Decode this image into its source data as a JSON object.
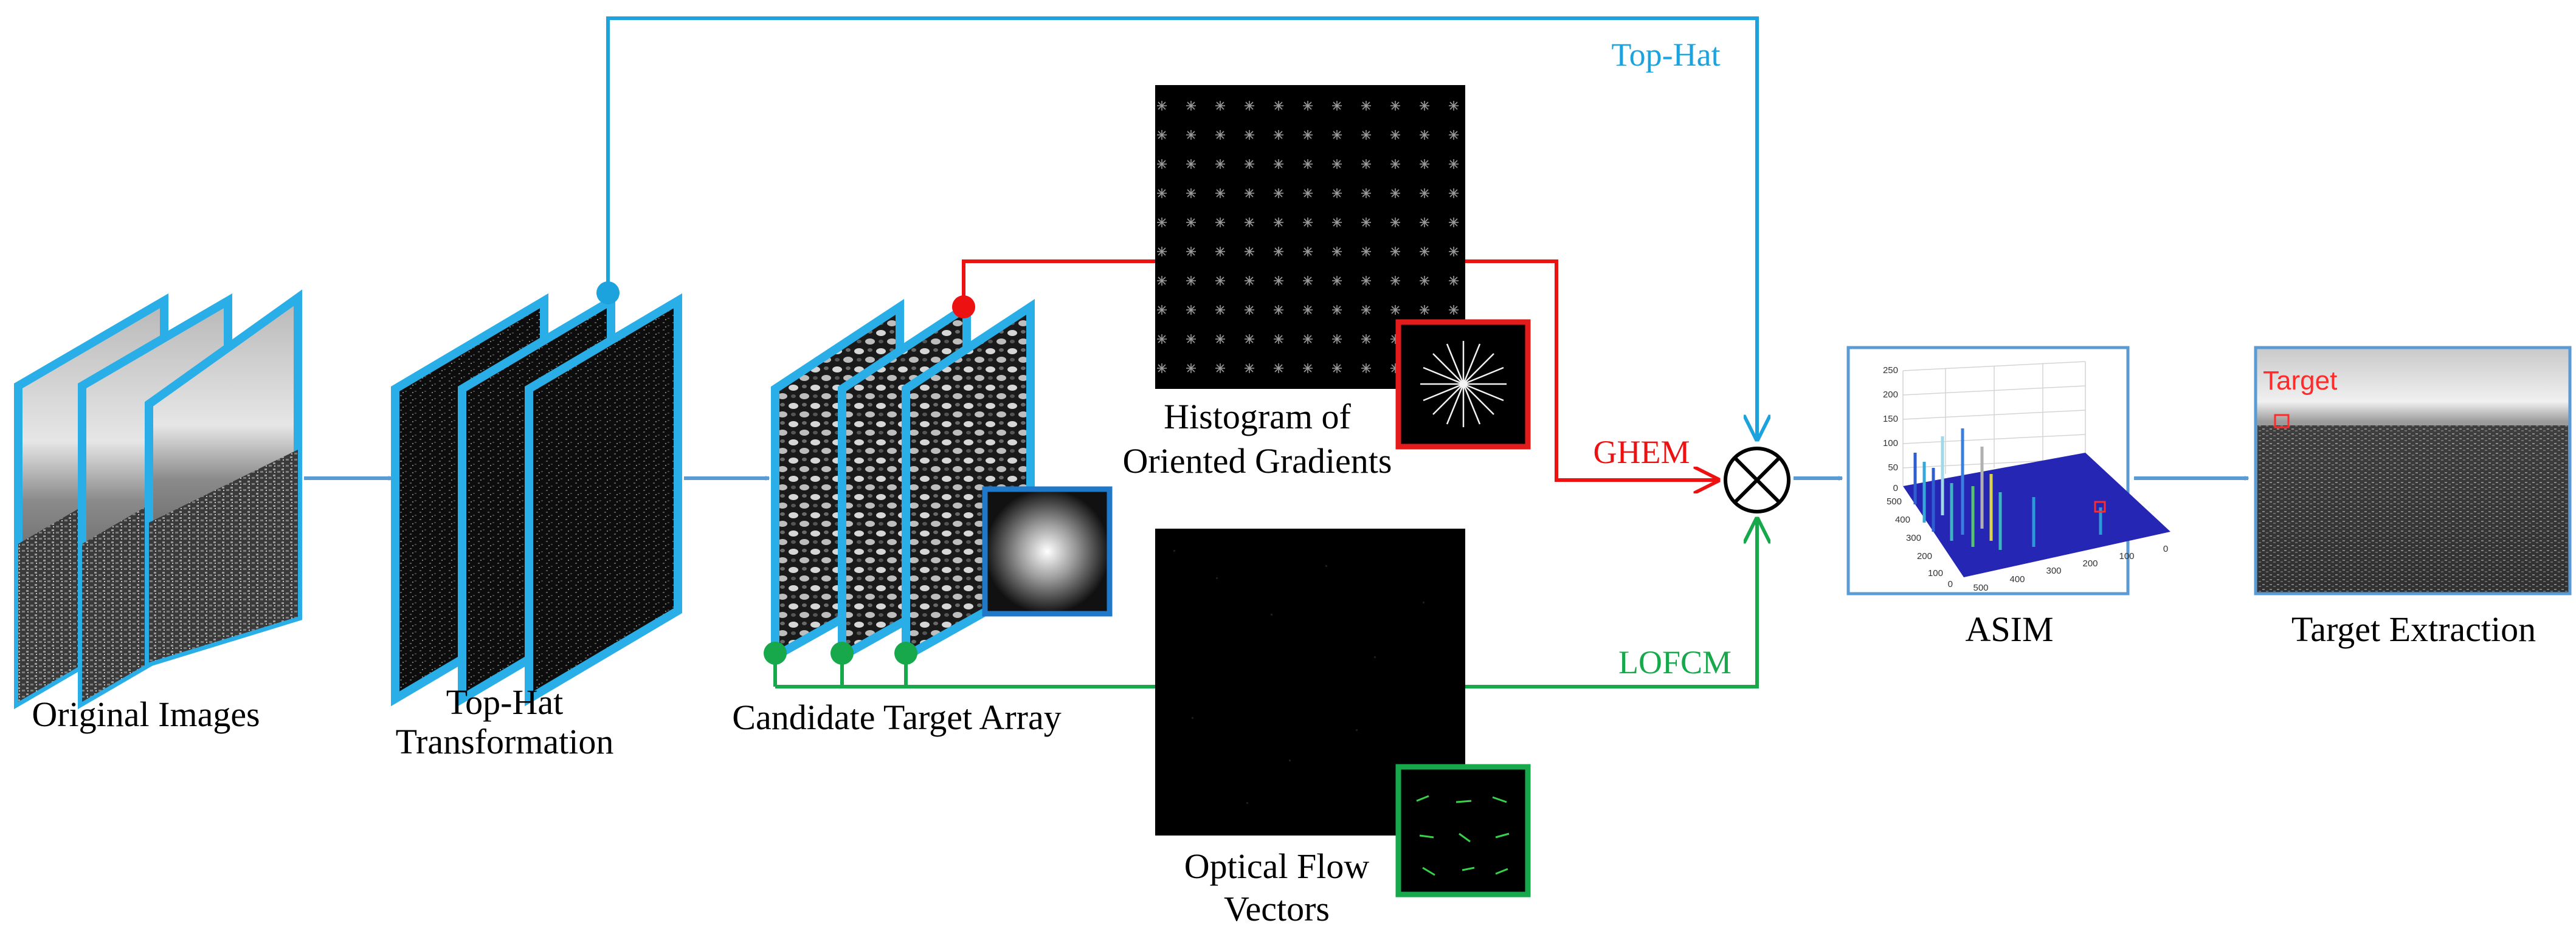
{
  "colors": {
    "tophat_path": "#1ca3dd",
    "ghem_path": "#ee1111",
    "lofcm_path": "#16a84a",
    "flow_arrow": "#5b9bd5",
    "frame_border": "#29aee8",
    "inset_hog_border": "#e41b1b",
    "inset_flow_border": "#16a84a",
    "inset_blob_border": "#1f78c8",
    "result_border": "#5b9bd5",
    "target_marker": "#ff2a2a"
  },
  "labels": {
    "original": "Original Images",
    "tophat_line1": "Top-Hat",
    "tophat_line2": "Transformation",
    "candidate": "Candidate Target Array",
    "hog_line1": "Histogram of",
    "hog_line2": "Oriented Gradients",
    "flow_line1": "Optical Flow",
    "flow_line2": "Vectors",
    "asim": "ASIM",
    "extraction": "Target Extraction",
    "path_tophat": "Top-Hat",
    "path_ghem": "GHEM",
    "path_lofcm": "LOFCM",
    "target": "Target",
    "combine_symbol": "⊗"
  },
  "asim_plot": {
    "z_ticks": [
      "250",
      "200",
      "150",
      "100",
      "50",
      "0"
    ],
    "left_axis_ticks": [
      "500",
      "400",
      "300",
      "200",
      "100",
      "0"
    ],
    "bottom_axis_ticks": [
      "500",
      "400",
      "300",
      "200",
      "100",
      "0"
    ]
  },
  "icons": {
    "combine": "multiply-circle-icon",
    "hog_inset": "starburst-icon",
    "blob_inset": "gaussian-blob-icon",
    "flow_inset": "flow-vectors-icon"
  }
}
